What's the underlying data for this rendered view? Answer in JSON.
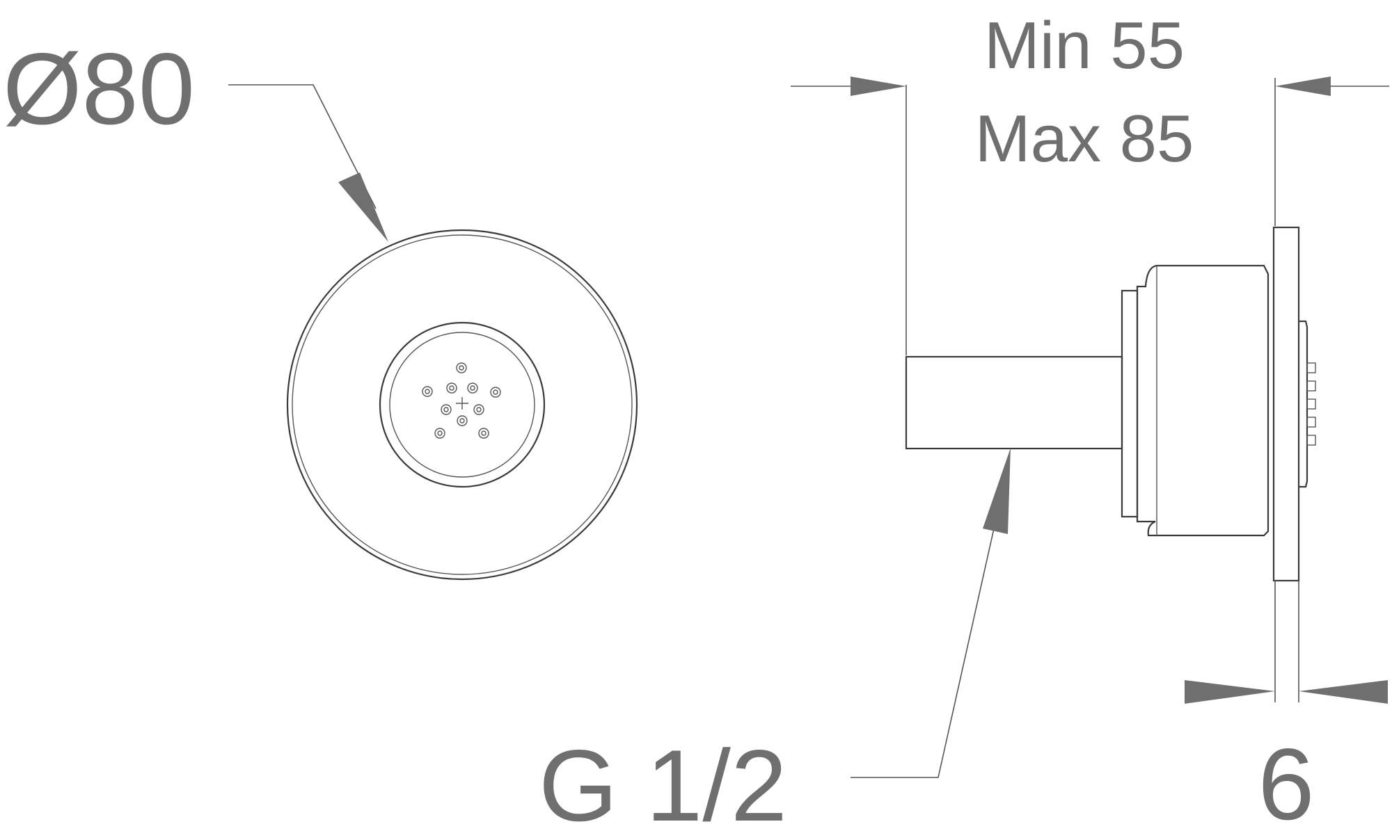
{
  "diagram": {
    "labels": {
      "diameter": "Ø80",
      "min_depth": "Min 55",
      "max_depth": "Max 85",
      "thread": "G 1/2",
      "flange_thickness": "6"
    },
    "colors": {
      "text": "#6f6f6f",
      "outline": "#3a3a3a",
      "leader": "#555555",
      "background": "#ffffff"
    },
    "nozzle_count": 10
  }
}
